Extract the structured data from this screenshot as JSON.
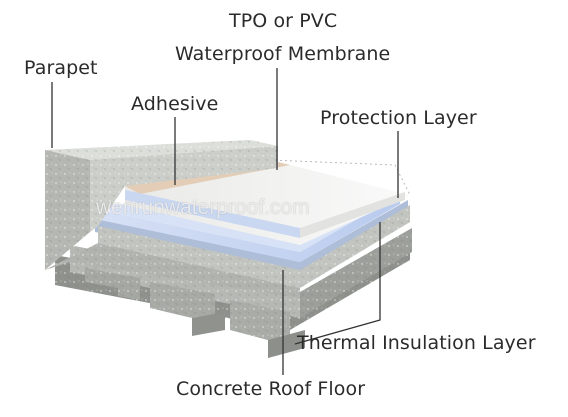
{
  "labels": {
    "tpo_pvc": "TPO or PVC",
    "membrane": "Waterproof Membrane",
    "parapet": "Parapet",
    "adhesive": "Adhesive",
    "protection": "Protection Layer",
    "insulation": "Thermal Insulation Layer",
    "concrete": "Concrete Roof Floor"
  },
  "watermark": "wenrunwaterproof.com",
  "colors": {
    "concrete_top": "#d6d9d4",
    "concrete_side": "#a9aca7",
    "concrete_dark": "#8a8d88",
    "membrane_surface": "#f4f4f2",
    "adhesive": "#e6d3c0",
    "insulation_blue": "#c7d6f3",
    "line": "#333333"
  }
}
